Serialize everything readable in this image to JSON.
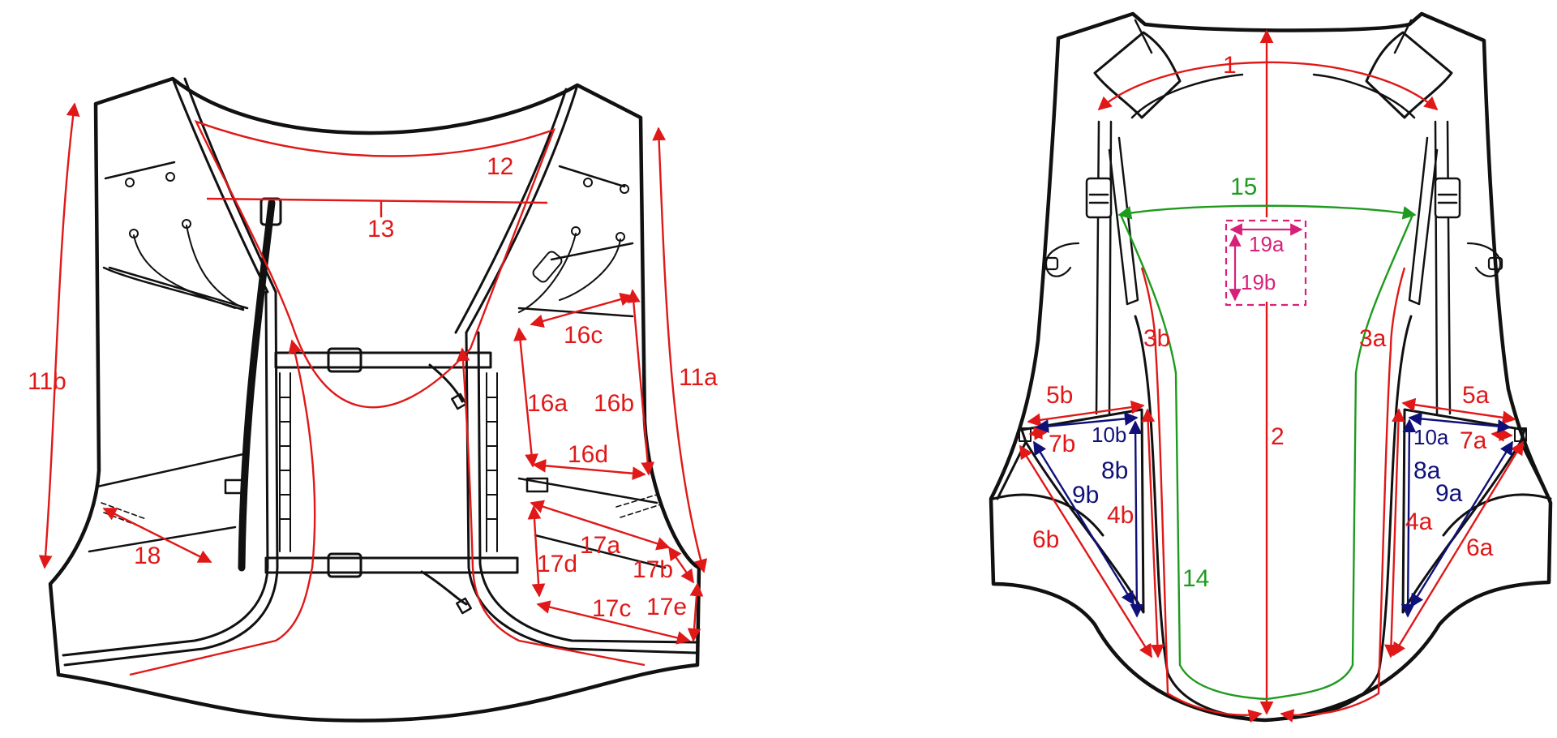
{
  "colors": {
    "outline": "#111111",
    "red": "#e01818",
    "green": "#1e9b1e",
    "blue": "#10107a",
    "pink": "#d8207a",
    "background": "#ffffff"
  },
  "labels": {
    "front": {
      "l11a": "11a",
      "l11b": "11b",
      "l12": "12",
      "l13": "13",
      "l16a": "16a",
      "l16b": "16b",
      "l16c": "16c",
      "l16d": "16d",
      "l17a": "17a",
      "l17b": "17b",
      "l17c": "17c",
      "l17d": "17d",
      "l17e": "17e",
      "l18": "18"
    },
    "back": {
      "l1": "1",
      "l2": "2",
      "l3a": "3a",
      "l3b": "3b",
      "l4a": "4a",
      "l4b": "4b",
      "l5a": "5a",
      "l5b": "5b",
      "l6a": "6a",
      "l6b": "6b",
      "l7a": "7a",
      "l7b": "7b",
      "l8a": "8a",
      "l8b": "8b",
      "l9a": "9a",
      "l9b": "9b",
      "l10a": "10a",
      "l10b": "10b",
      "l14": "14",
      "l15": "15",
      "l19a": "19a",
      "l19b": "19b"
    }
  }
}
